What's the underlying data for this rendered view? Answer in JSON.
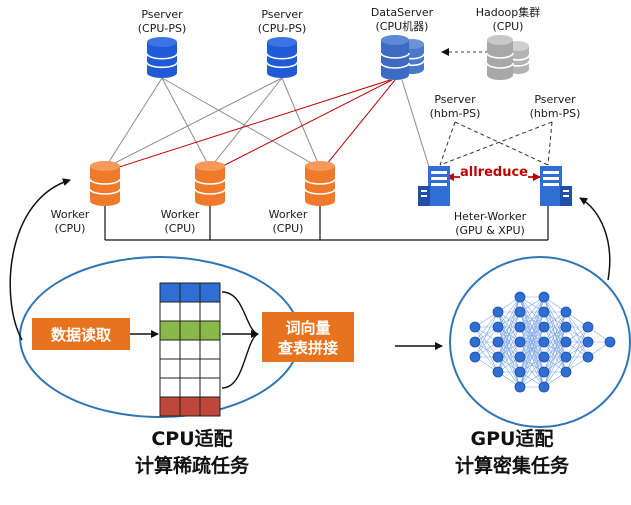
{
  "nodes": {
    "pserver1": {
      "line1": "Pserver",
      "line2": "(CPU-PS)"
    },
    "pserver2": {
      "line1": "Pserver",
      "line2": "(CPU-PS)"
    },
    "dataserver": {
      "line1": "DataServer",
      "line2": "(CPU机器)"
    },
    "hadoop": {
      "line1": "Hadoop集群",
      "line2": "(CPU)"
    },
    "hbm1": {
      "line1": "Pserver",
      "line2": "(hbm-PS)"
    },
    "hbm2": {
      "line1": "Pserver",
      "line2": "(hbm-PS)"
    },
    "worker1": {
      "line1": "Worker",
      "line2": "(CPU)"
    },
    "worker2": {
      "line1": "Worker",
      "line2": "(CPU)"
    },
    "worker3": {
      "line1": "Worker",
      "line2": "(CPU)"
    },
    "heter": {
      "line1": "Heter-Worker",
      "line2": "(GPU & XPU)"
    }
  },
  "allreduce_label": "allreduce",
  "left_panel": {
    "read_label": "数据读取",
    "lookup_line1": "词向量",
    "lookup_line2": "查表拼接",
    "caption_line1": "CPU适配",
    "caption_line2": "计算稀疏任务"
  },
  "right_panel": {
    "caption_line1": "GPU适配",
    "caption_line2": "计算密集任务"
  },
  "colors": {
    "blue_db": "#1f5bd6",
    "orange_db": "#f07a2a",
    "gray_db": "#b3b3b3",
    "orange_box": "#e8731f",
    "ellipse_stroke": "#2e75b6",
    "red_line": "#c00000",
    "nn_node": "#2f6ed3"
  }
}
